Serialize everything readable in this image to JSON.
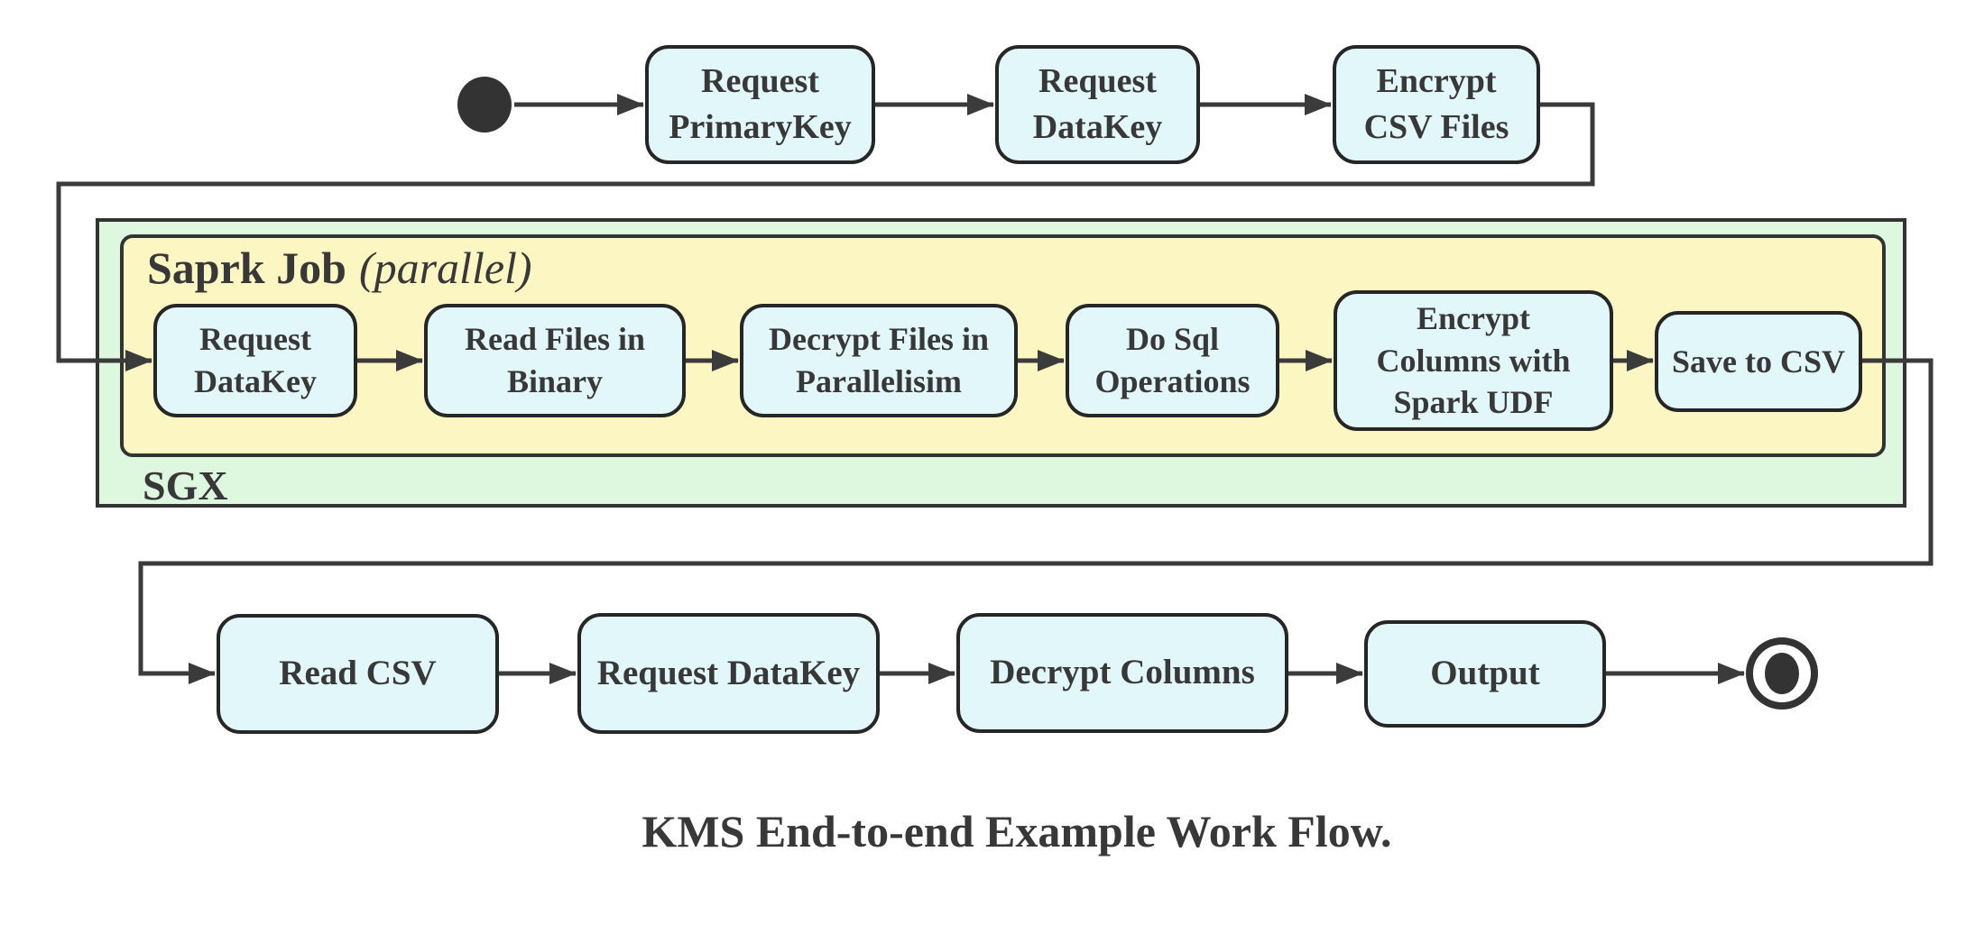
{
  "caption": "KMS End-to-end Example Work Flow.",
  "containers": {
    "sgx_label": "SGX",
    "spark_job_label": "Saprk Job",
    "spark_job_qualifier": "(parallel)"
  },
  "top_row": [
    "Request\nPrimaryKey",
    "Request\nDataKey",
    "Encrypt\nCSV Files"
  ],
  "spark_row": [
    "Request\nDataKey",
    "Read Files in\nBinary",
    "Decrypt Files in\nParallelisim",
    "Do Sql\nOperations",
    "Encrypt\nColumns with\nSpark UDF",
    "Save to CSV"
  ],
  "bottom_row": [
    "Read CSV",
    "Request DataKey",
    "Decrypt Columns",
    "Output"
  ],
  "colors": {
    "node_fill": "#e2f7fa",
    "node_border": "#262626",
    "spark_container_fill": "#fcf6c2",
    "sgx_container_fill": "#ddf8de",
    "container_border": "#333333",
    "connector": "#3b3b3b",
    "text": "#383838"
  }
}
